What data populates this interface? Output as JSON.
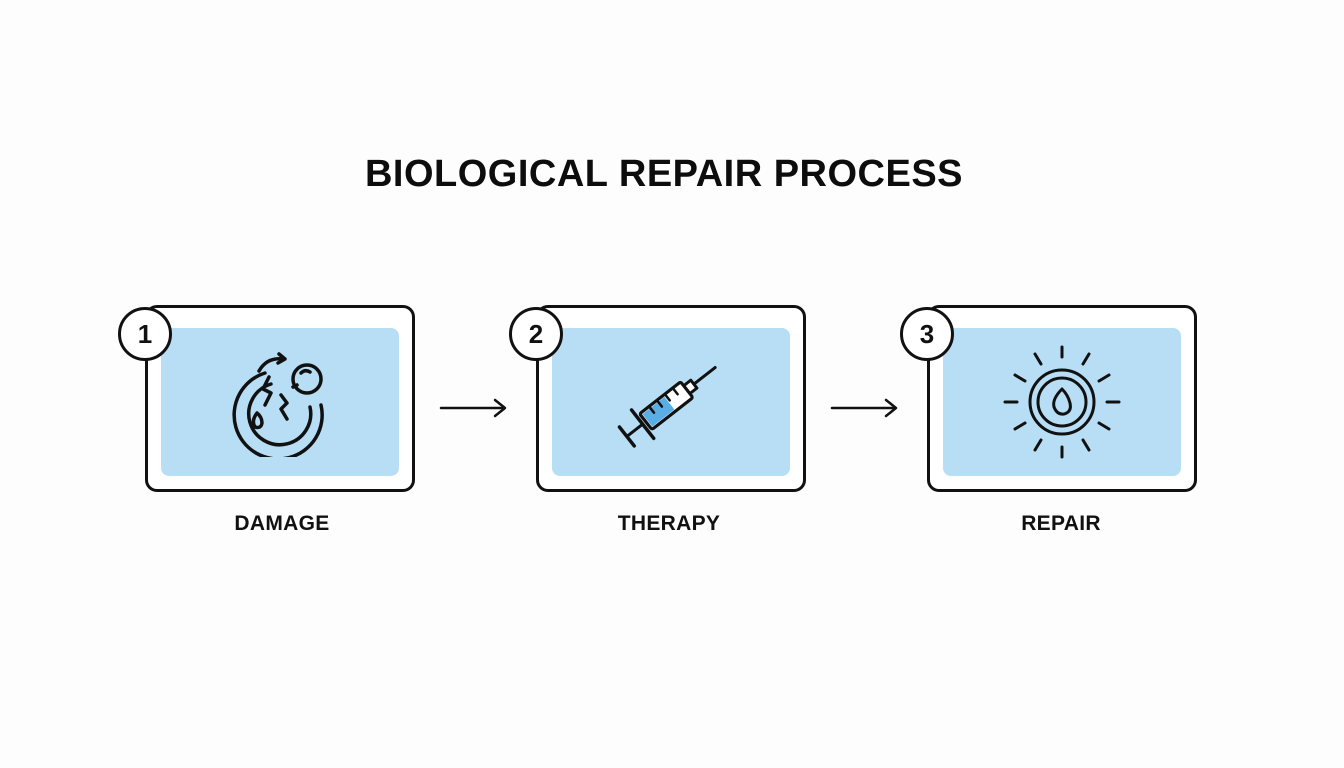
{
  "title": "BIOLOGICAL REPAIR PROCESS",
  "colors": {
    "panel_fill": "#b8def5",
    "outline": "#111111",
    "syringe_fluid": "#5aaee6"
  },
  "steps": [
    {
      "number": "1",
      "label": "DAMAGE",
      "icon": "damaged-cell-icon"
    },
    {
      "number": "2",
      "label": "THERAPY",
      "icon": "syringe-icon"
    },
    {
      "number": "3",
      "label": "REPAIR",
      "icon": "healed-cell-icon"
    }
  ]
}
